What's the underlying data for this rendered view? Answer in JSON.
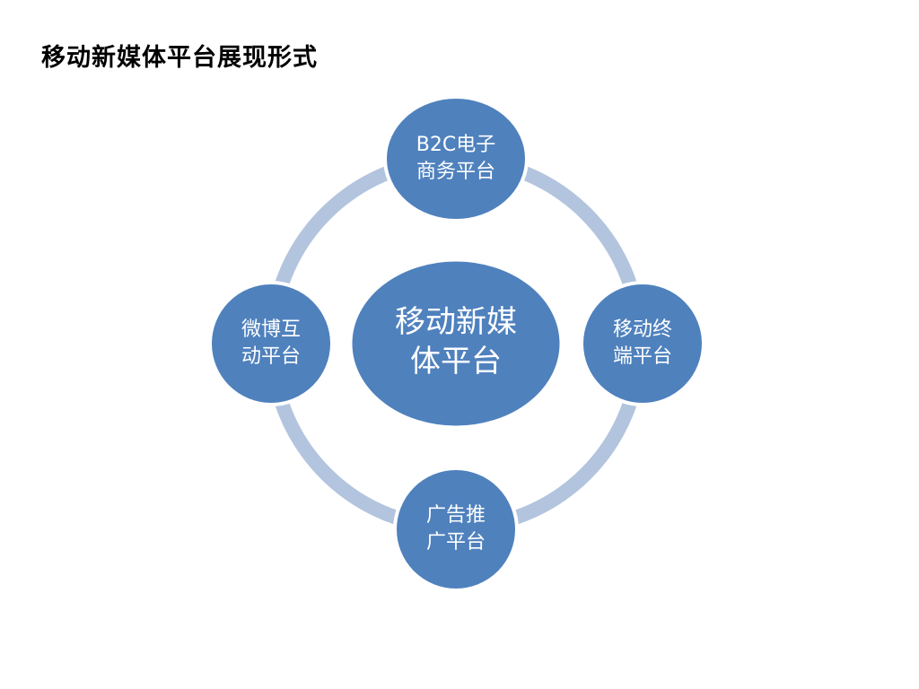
{
  "title": "移动新媒体平台展现形式",
  "colors": {
    "node_fill": "#4F81BD",
    "node_stroke": "#ffffff",
    "ring": "#B3C4DE",
    "text": "#ffffff"
  },
  "center": {
    "lines": [
      "移动新媒",
      "体平台"
    ]
  },
  "nodes": {
    "top": {
      "lines": [
        "B2C电子",
        "商务平台"
      ]
    },
    "right": {
      "lines": [
        "移动终",
        "端平台"
      ]
    },
    "bottom": {
      "lines": [
        "广告推",
        "广平台"
      ]
    },
    "left": {
      "lines": [
        "微博互",
        "动平台"
      ]
    }
  }
}
